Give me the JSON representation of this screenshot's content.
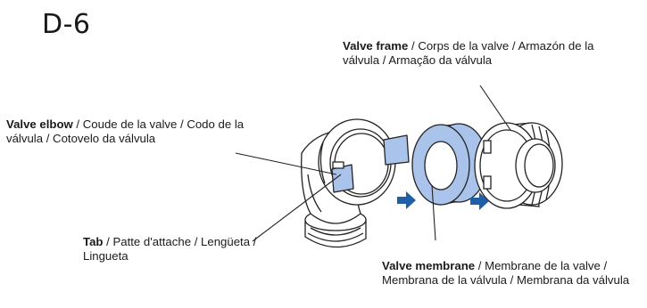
{
  "figure_label": "D-6",
  "callouts": {
    "valve_frame": {
      "bold": "Valve frame",
      "rest": " / Corps de la valve / Armazón de la válvula / Armação da válvula"
    },
    "valve_elbow": {
      "bold": "Valve elbow",
      "rest": " / Coude de la valve / Codo de la válvula / Cotovelo da válvula"
    },
    "tab": {
      "bold": "Tab",
      "rest": " / Patte d'attache / Lengüeta / Lingueta"
    },
    "valve_membrane": {
      "bold": "Valve membrane",
      "rest": " / Membrane de la valve / Membrana de la válvula / Membrana da válvula"
    }
  },
  "colors": {
    "accent_blue": "#1f5fa8",
    "membrane_blue": "#a9c3ea",
    "line": "#222222"
  },
  "icons": [
    "assembly-arrow-icon",
    "assembly-arrow-icon"
  ]
}
